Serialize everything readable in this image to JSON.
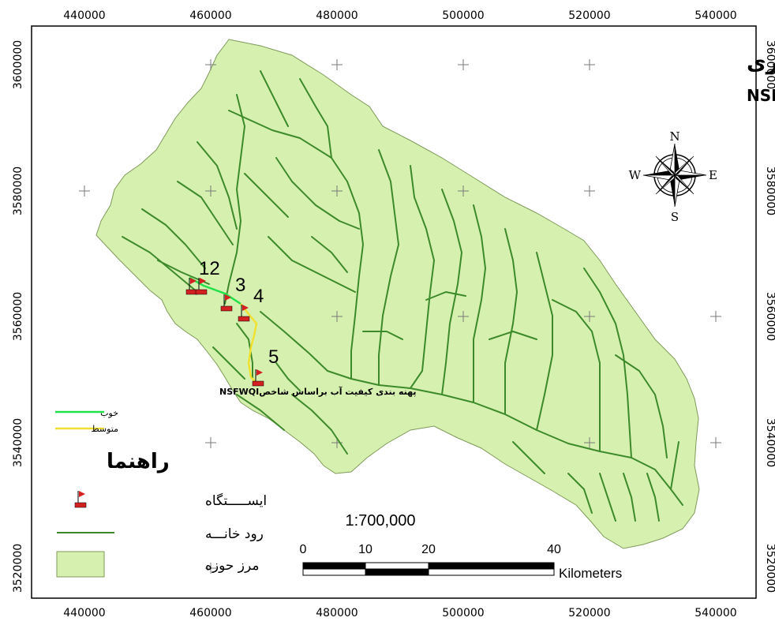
{
  "title": {
    "line1": "موقعیـــت ایســـتگاه هـــای نمونـــه بـــرداری",
    "line2": "و پهنه بندی کیفیت آب بر اساس شاخصNSFWQI"
  },
  "axes": {
    "x_ticks": [
      "440000",
      "460000",
      "480000",
      "500000",
      "520000",
      "540000"
    ],
    "y_ticks": [
      "3600000",
      "3580000",
      "3560000",
      "3540000",
      "3520000"
    ]
  },
  "compass": {
    "n": "N",
    "s": "S",
    "e": "E",
    "w": "W"
  },
  "stations": [
    "12",
    "3",
    "4",
    "5"
  ],
  "quality_legend": {
    "title": "پهنه بندی کیفیت آب براساس شاخصNSFWQI",
    "good_label": "خوب",
    "medium_label": "متوسط",
    "good_color": "#22e04a",
    "medium_color": "#f0e030"
  },
  "legend": {
    "title": "راهنما",
    "station_label": "ایســـــتگاه",
    "river_label": "رود خانـــه",
    "basin_label": "مرز حوزه"
  },
  "scale": {
    "ratio": "1:700,000",
    "ticks": [
      "0",
      "10",
      "20",
      "40"
    ],
    "unit": "Kilometers"
  },
  "colors": {
    "basin_fill": "#d6f0b0",
    "basin_stroke": "#7f9a5a",
    "river": "#3d8a2a",
    "station_flag": "#d42020"
  }
}
